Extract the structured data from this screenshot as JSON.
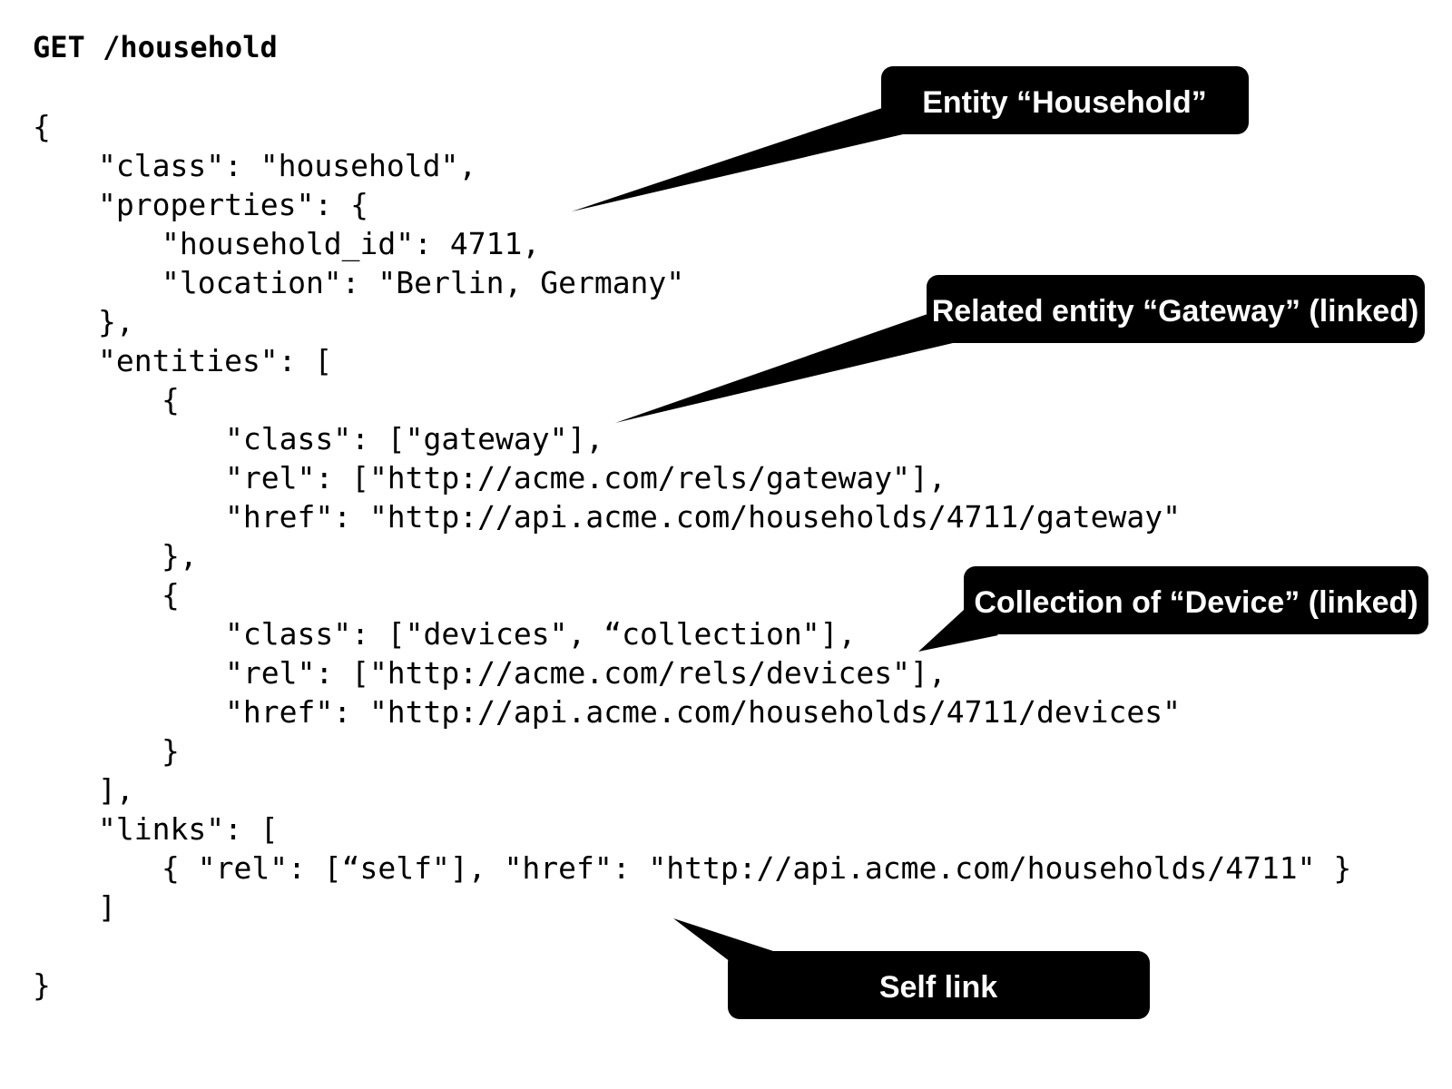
{
  "request": {
    "title": "GET /household"
  },
  "code_lines": [
    "{",
    "\"class\": \"household\",",
    "\"properties\": {",
    "\"household_id\": 4711,",
    "\"location\": \"Berlin, Germany\"",
    "},",
    "\"entities\": [",
    "{",
    "\"class\": [\"gateway\"],",
    "\"rel\": [\"http://acme.com/rels/gateway\"],",
    "\"href\": \"http://api.acme.com/households/4711/gateway\"",
    "},",
    "{",
    "\"class\": [\"devices\", “collection\"],",
    "\"rel\": [\"http://acme.com/rels/devices\"],",
    "\"href\": \"http://api.acme.com/households/4711/devices\"",
    "}",
    "],",
    "\"links\": [",
    "{ \"rel\": [“self\"], \"href\": \"http://api.acme.com/households/4711\" }",
    "]",
    "",
    "}"
  ],
  "callouts": {
    "household": "Entity “Household”",
    "gateway": "Related entity “Gateway” (linked)",
    "devices": "Collection of “Device” (linked)",
    "self": "Self link"
  },
  "colors": {
    "callout_fill": "#000000",
    "callout_text": "#ffffff",
    "code_text": "#000000",
    "background": "#ffffff"
  }
}
